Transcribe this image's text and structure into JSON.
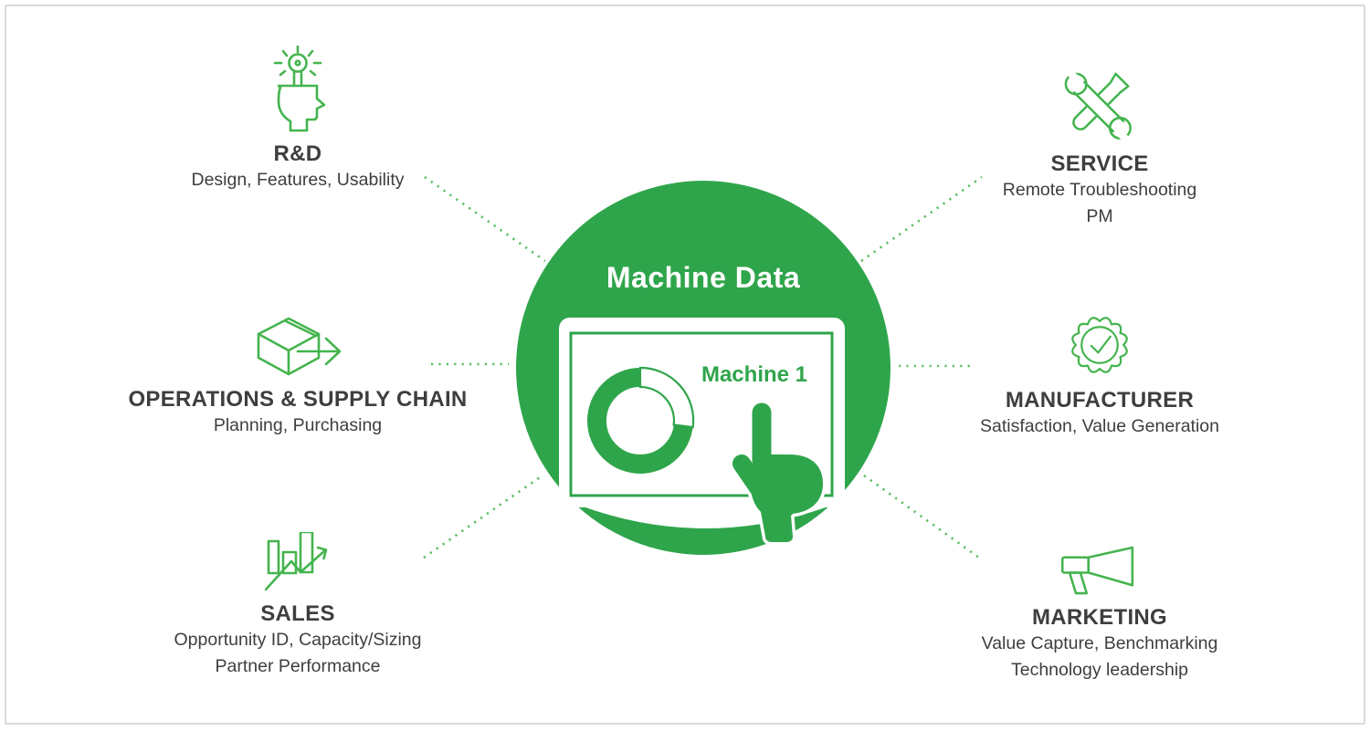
{
  "colors": {
    "green": "#2FA54B",
    "icon_line_green": "#44B44E",
    "dot_green": "#5BBD60",
    "ink": "#3E3E3D",
    "frame": "#D9D9D9"
  },
  "center": {
    "title": "Machine Data",
    "screen_label": "Machine 1",
    "donut": {
      "filled_fraction": 0.73,
      "open_fraction": 0.27
    }
  },
  "spokes": {
    "left": [
      {
        "icon": "head-lightbulb-icon",
        "title": "R&D",
        "lines": [
          "Design, Features, Usability"
        ]
      },
      {
        "icon": "box-arrow-icon",
        "title": "OPERATIONS & SUPPLY CHAIN",
        "lines": [
          "Planning, Purchasing"
        ]
      },
      {
        "icon": "bar-chart-growth-icon",
        "title": "SALES",
        "lines": [
          "Opportunity ID, Capacity/Sizing",
          "Partner Performance"
        ]
      }
    ],
    "right": [
      {
        "icon": "tools-icon",
        "title": "SERVICE",
        "lines": [
          "Remote Troubleshooting",
          "PM"
        ]
      },
      {
        "icon": "seal-check-icon",
        "title": "MANUFACTURER",
        "lines": [
          "Satisfaction, Value Generation"
        ]
      },
      {
        "icon": "megaphone-icon",
        "title": "MARKETING",
        "lines": [
          "Value Capture, Benchmarking",
          "Technology leadership"
        ]
      }
    ]
  }
}
